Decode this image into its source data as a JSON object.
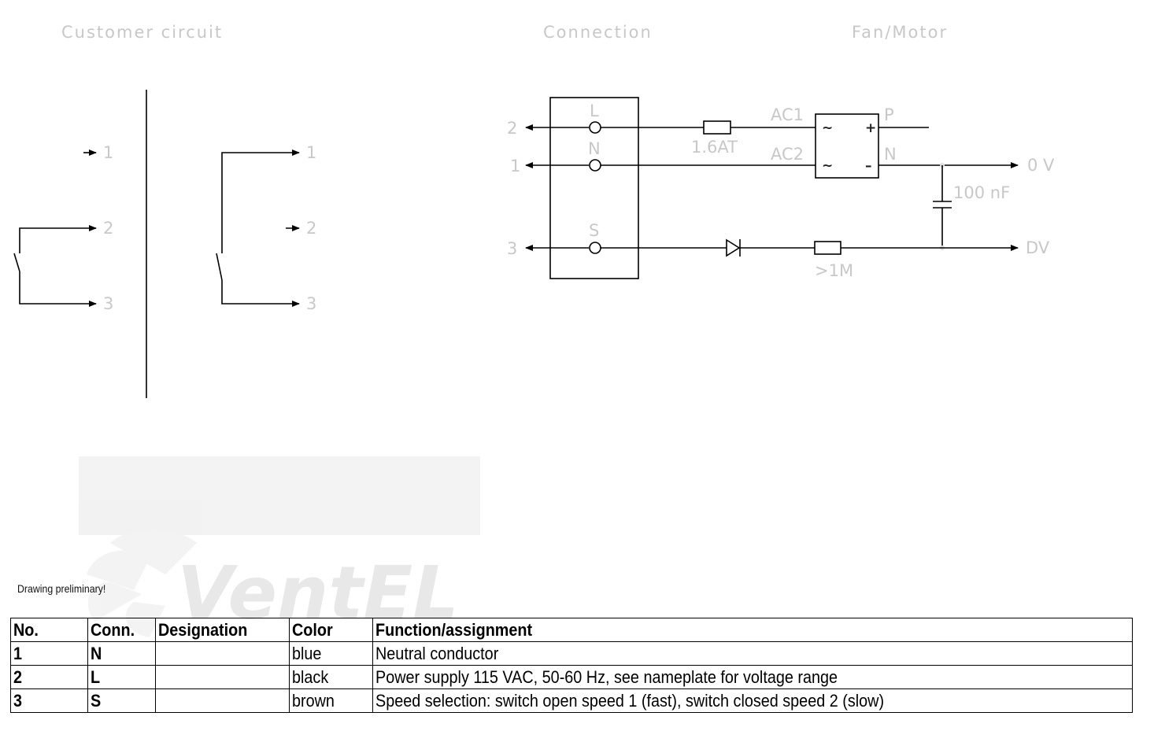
{
  "sections": {
    "customer_circuit": "Customer circuit",
    "connection": "Connection",
    "fan_motor": "Fan/Motor"
  },
  "customer": {
    "terminals_left": [
      "1",
      "2",
      "3"
    ],
    "terminals_right": [
      "1",
      "2",
      "3"
    ]
  },
  "connection": {
    "pins": [
      {
        "no": "2",
        "label": "L"
      },
      {
        "no": "1",
        "label": "N"
      },
      {
        "no": "3",
        "label": "S"
      }
    ]
  },
  "fan_motor": {
    "fuse": "1.6AT",
    "ac1": "AC1",
    "ac2": "AC2",
    "p": "P",
    "n": "N",
    "rect_plus": "+",
    "rect_minus": "–",
    "rect_tilde": "~",
    "cap": "100 nF",
    "resistor": ">1M",
    "out_0v": "0 V",
    "out_dv": "DV"
  },
  "watermark": "VentEL",
  "note": "Drawing preliminary!",
  "table": {
    "headers": [
      "No.",
      "Conn.",
      "Designation",
      "Color",
      "Function/assignment"
    ],
    "rows": [
      [
        "1",
        "N",
        "",
        "blue",
        "Neutral conductor"
      ],
      [
        "2",
        "L",
        "",
        "black",
        "Power supply 115 VAC, 50-60 Hz, see nameplate for voltage range"
      ],
      [
        "3",
        "S",
        "",
        "brown",
        "Speed selection: switch open speed 1 (fast), switch closed speed 2 (slow)"
      ]
    ]
  }
}
